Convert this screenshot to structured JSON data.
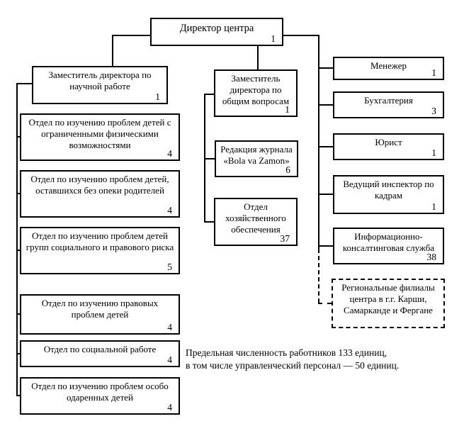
{
  "boxes": {
    "director": {
      "label": "Директор центра",
      "count": "1"
    },
    "deputy_science": {
      "label": "Заместитель директора по научной работе",
      "count": "1"
    },
    "dept_disabled": {
      "label": "Отдел по изучению проблем детей с ограниченными физическими возможностями",
      "count": "4"
    },
    "dept_orphans": {
      "label": "Отдел по изучению проблем детей, оставшихся без опеки родителей",
      "count": "4"
    },
    "dept_risk": {
      "label": "Отдел по изучению проблем детей групп социального и правового риска",
      "count": "5"
    },
    "dept_legal": {
      "label": "Отдел по изучению правовых проблем детей",
      "count": "4"
    },
    "dept_social": {
      "label": "Отдел по социальной работе",
      "count": "4"
    },
    "dept_gifted": {
      "label": "Отдел по изучению проблем особо одаренных детей",
      "count": "4"
    },
    "deputy_general": {
      "label": "Заместитель директора по общим вопросам",
      "count": "1"
    },
    "journal": {
      "label": "Редакция журнала «Bola va Zamon»",
      "count": "6"
    },
    "household": {
      "label": "Отдел хозяйственного обеспечения",
      "count": "37"
    },
    "manager": {
      "label": "Менежер",
      "count": "1"
    },
    "accounting": {
      "label": "Бухгалтерия",
      "count": "3"
    },
    "lawyer": {
      "label": "Юрист",
      "count": "1"
    },
    "hr_inspector": {
      "label": "Ведущий инспектор по кадрам",
      "count": "1"
    },
    "consulting": {
      "label": "Информационно-консалтинговая служба",
      "count": "38"
    },
    "regional": {
      "label": "Региональные филиалы центра в г.г. Карши, Самарканде и Фергане"
    }
  },
  "note": {
    "line1": "Предельная численность работников 133 единиц,",
    "line2": "в том числе управленческий персонал — 50 единиц."
  }
}
